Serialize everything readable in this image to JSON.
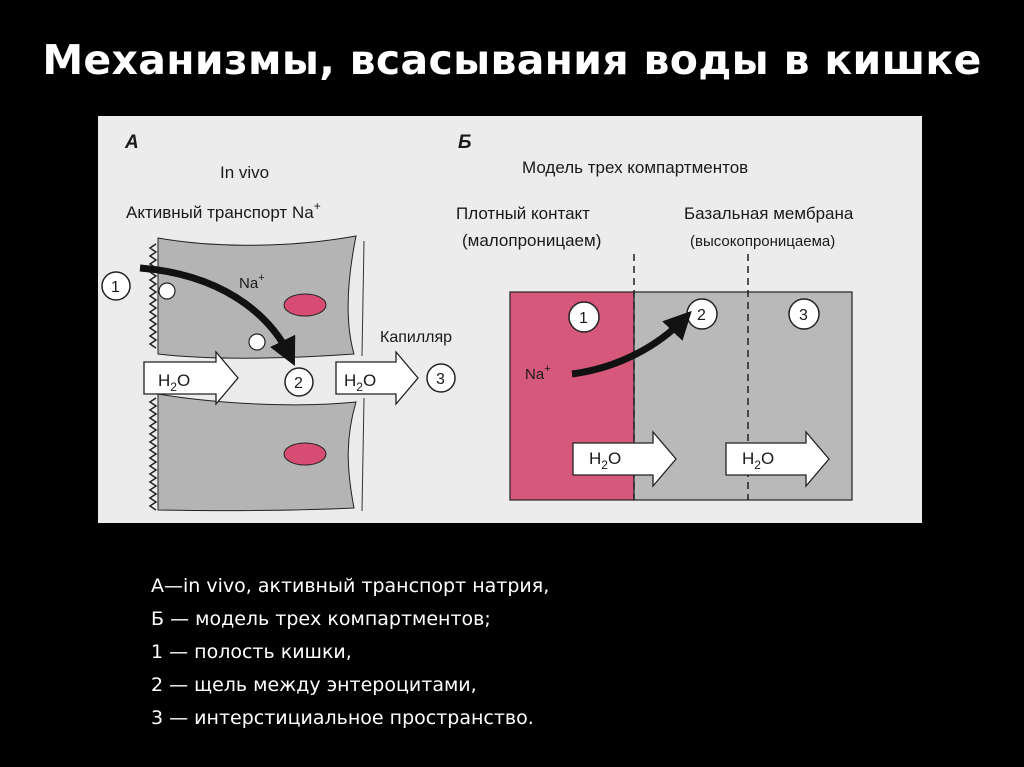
{
  "title": "Механизмы, всасывания воды в кишке",
  "figure": {
    "panel_a": {
      "letter": "А",
      "subtitle": "In vivo",
      "caption": "Активный транспорт Na",
      "caption_sup": "+",
      "na_label": "Na",
      "na_sup": "+",
      "capillary_label": "Капилляр",
      "h2o_label": "H",
      "h2o_sub": "2",
      "h2o_tail": "O",
      "circle_1": "1",
      "circle_2": "2",
      "circle_3": "3"
    },
    "panel_b": {
      "letter": "Б",
      "subtitle": "Модель трех компартментов",
      "tight_junction": "Плотный контакт",
      "tight_junction_note": "(малопроницаем)",
      "basal_membrane": "Базальная мембрана",
      "basal_membrane_note": "(высокопроницаема)",
      "na_label": "Na",
      "na_sup": "+",
      "h2o_label": "H",
      "h2o_sub": "2",
      "h2o_tail": "O",
      "circle_1": "1",
      "circle_2": "2",
      "circle_3": "3"
    },
    "colors": {
      "compartment_pink": "#d6587a",
      "compartment_gray": "#b9b9b9",
      "cell_gray": "#b4b4b4",
      "nucleus": "#d74c73"
    }
  },
  "legend": [
    "А—in vivo, активный транспорт натрия,",
    "Б — модель трех компартментов;",
    "1 — полость кишки,",
    "2 — щель между энтероцитами,",
    "3 — интерстициальное пространство."
  ]
}
